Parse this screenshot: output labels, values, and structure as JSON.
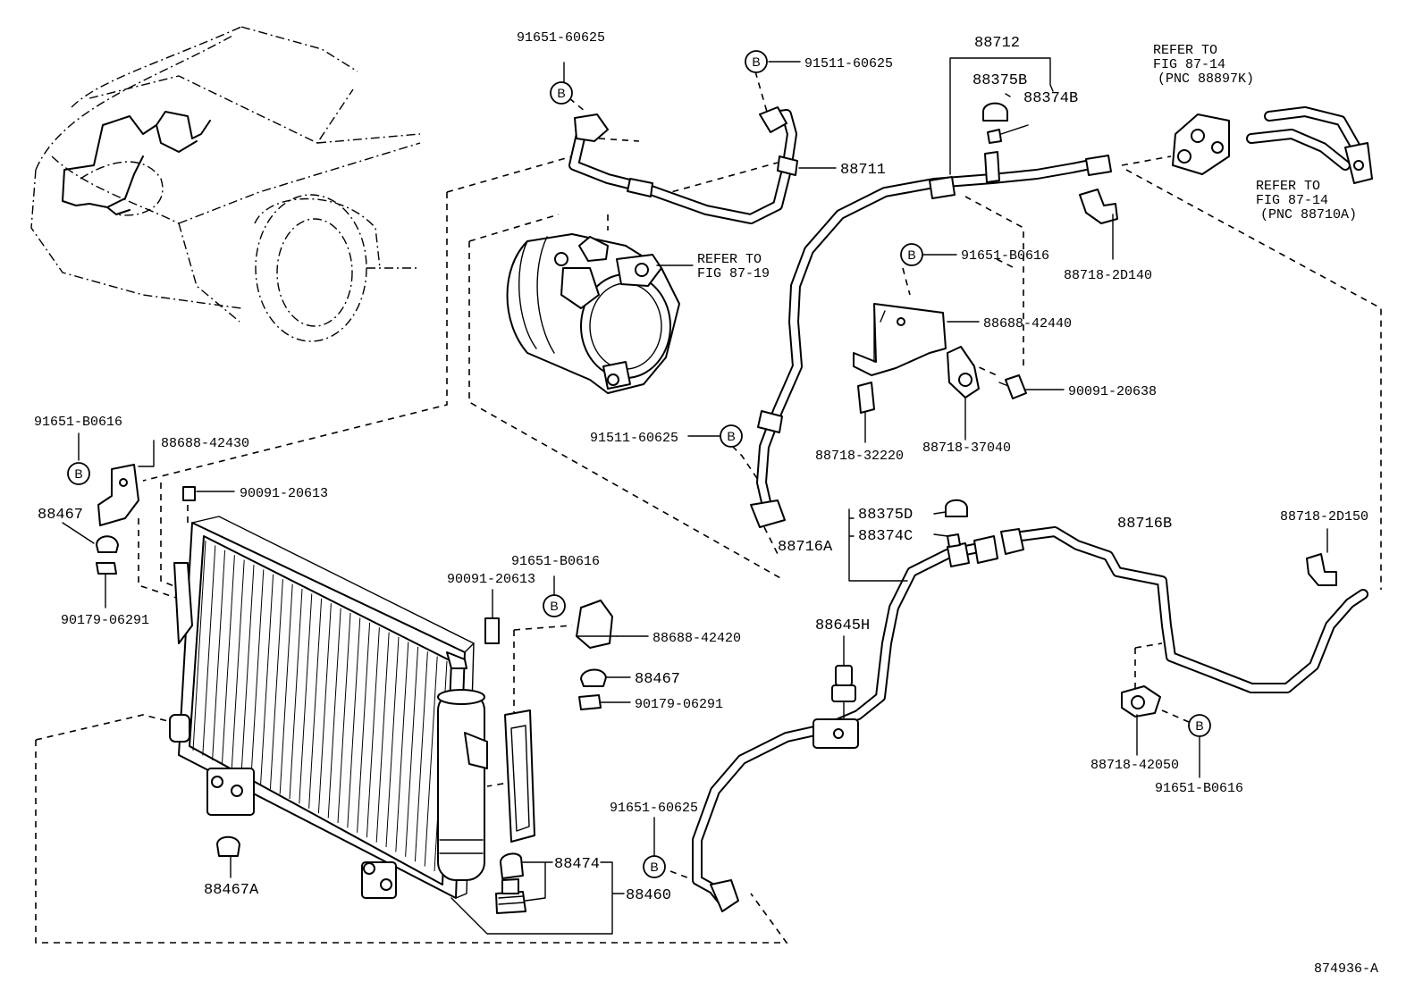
{
  "figure_id": "874936-A",
  "bolt_marker": "B",
  "labels": {
    "l_91651_60625_top": "91651-60625",
    "l_91511_60625_top": "91511-60625",
    "l_88712": "88712",
    "l_88375B": "88375B",
    "l_88374B": "88374B",
    "l_88711": "88711",
    "l_refer_87_19_a": "REFER TO",
    "l_refer_87_19_b": "FIG 87-19",
    "l_refer_88897K_a": "REFER TO",
    "l_refer_88897K_b": "FIG 87-14",
    "l_refer_88897K_c": "(PNC 88897K)",
    "l_refer_88710A_a": "REFER TO",
    "l_refer_88710A_b": "FIG 87-14",
    "l_refer_88710A_c": "(PNC 88710A)",
    "l_88718_2D140": "88718-2D140",
    "l_91651_B0616_mid": "91651-B0616",
    "l_88688_42440": "88688-42440",
    "l_90091_20638": "90091-20638",
    "l_88718_32220": "88718-32220",
    "l_88718_37040": "88718-37040",
    "l_91511_60625_mid": "91511-60625",
    "l_91651_B0616_left": "91651-B0616",
    "l_88688_42430": "88688-42430",
    "l_90091_20613_left": "90091-20613",
    "l_88467_left": "88467",
    "l_90179_06291_left": "90179-06291",
    "l_91651_B0616_center": "91651-B0616",
    "l_90091_20613_center": "90091-20613",
    "l_88688_42420": "88688-42420",
    "l_88467_center": "88467",
    "l_90179_06291_center": "90179-06291",
    "l_88716A": "88716A",
    "l_88375D": "88375D",
    "l_88374C": "88374C",
    "l_88716B": "88716B",
    "l_88718_2D150": "88718-2D150",
    "l_88645H": "88645H",
    "l_88718_42050": "88718-42050",
    "l_91651_B0616_right": "91651-B0616",
    "l_88474": "88474",
    "l_88460": "88460",
    "l_88467A": "88467A",
    "l_91651_60625_bottom": "91651-60625"
  }
}
